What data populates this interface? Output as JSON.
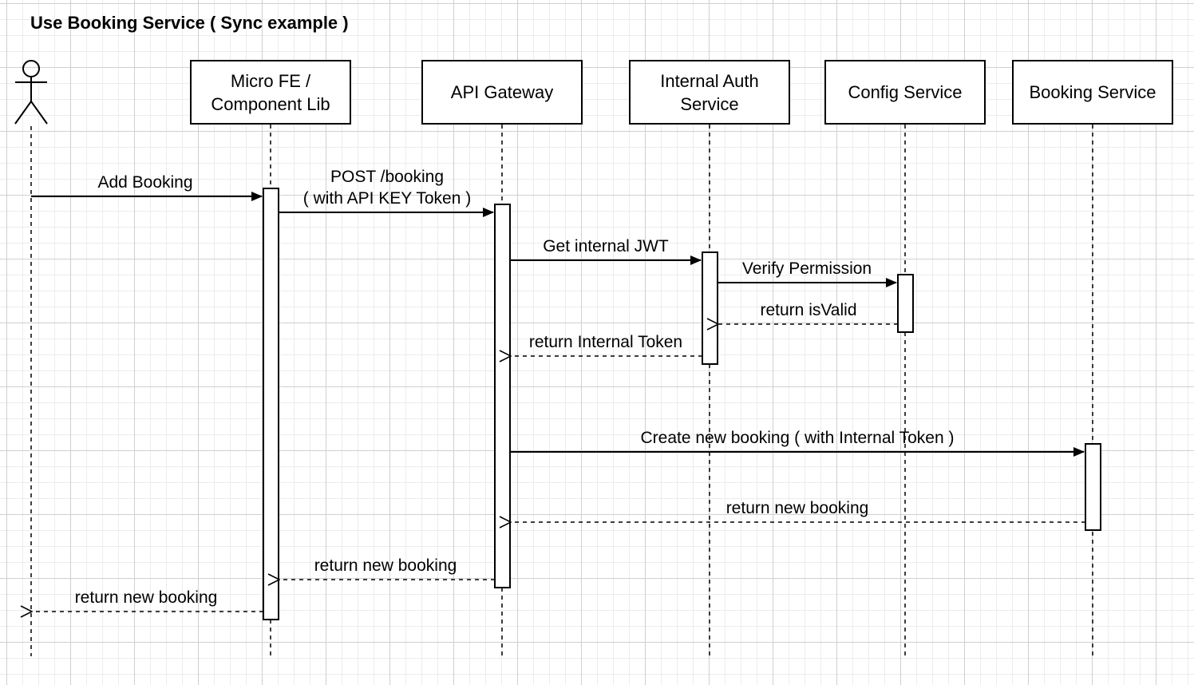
{
  "title": "Use Booking Service ( Sync example )",
  "participants": {
    "actor": "",
    "fe": "Micro FE / Component Lib",
    "gateway": "API Gateway",
    "auth": "Internal Auth Service",
    "config": "Config Service",
    "booking": "Booking Service"
  },
  "messages": {
    "add_booking": "Add Booking",
    "post_booking_1": "POST /booking",
    "post_booking_2": "( with API KEY Token )",
    "get_jwt": "Get internal JWT",
    "verify_permission": "Verify Permission",
    "return_isvalid": "return isValid",
    "return_internal_token": "return Internal Token",
    "create_booking": "Create new booking ( with Internal Token )",
    "return_booking_from_service": "return new booking",
    "return_booking_to_fe": "return new booking",
    "return_booking_to_user": "return new booking"
  }
}
